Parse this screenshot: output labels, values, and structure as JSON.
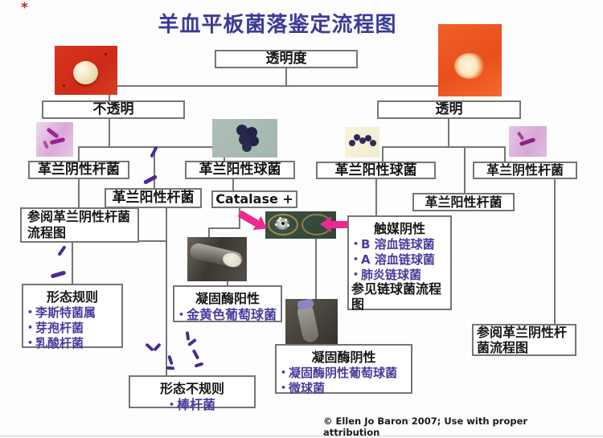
{
  "title": "羊血平板菌落鉴定流程图",
  "corner_mark": "*",
  "colors": {
    "title": "#3b3b97",
    "purple": "#483d9d",
    "line": "#757575",
    "text": "#161616",
    "arrow": "#ec2a8d",
    "boxborder": "#757575"
  },
  "nodes": {
    "transparency": {
      "label": "透明度"
    },
    "opaque": {
      "label": "不透明"
    },
    "transparent": {
      "label": "透明"
    },
    "gram_neg_rod_left": {
      "label": "革兰阴性杆菌"
    },
    "gram_pos_rod_left": {
      "label": "革兰阳性杆菌"
    },
    "gram_pos_cocci_center": {
      "label": "革兰阳性球菌"
    },
    "catalase_positive": {
      "label": "Catalase +"
    },
    "gram_pos_cocci_right": {
      "label": "革兰阳性球菌"
    },
    "gram_neg_rod_right": {
      "label": "革兰阴性杆菌"
    },
    "gram_pos_rod_right": {
      "label": "革兰阳性杆菌"
    },
    "see_gram_neg_left": {
      "lines": [
        "参阅革兰阴性杆菌",
        "流程图"
      ]
    },
    "catalase_negative": {
      "title": "触媒阴性",
      "items": [
        "B 溶血链球菌",
        "A 溶血链球菌",
        "肺炎链球菌"
      ],
      "footer": "参见链球菌流程图"
    },
    "morphology_regular": {
      "title": "形态规则",
      "items": [
        "李斯特菌属",
        "芽孢杆菌",
        "乳酸杆菌"
      ]
    },
    "coagulase_positive": {
      "title": "凝固酶阳性",
      "items": [
        "金黄色葡萄球菌"
      ]
    },
    "coagulase_negative": {
      "title": "凝固酶阴性",
      "items": [
        "凝固酶阴性葡萄球菌",
        "微球菌"
      ]
    },
    "morphology_irregular": {
      "title": "形态不规则",
      "items": [
        "棒杆菌"
      ]
    },
    "see_gram_neg_right": {
      "label": "参阅革兰阴性杆菌流程图"
    }
  },
  "images": {
    "opaque_colony_plate": "red-blood-agar-opaque-colony",
    "transparent_colony_plate": "orange-blood-agar-transparent-colony",
    "gram_stain_rods_left": "pink-gram-stain-rods",
    "gram_pos_cocci_cluster": "purple-cocci-cluster",
    "gram_pos_cocci_chain": "purple-cocci-chain",
    "gram_stain_rods_right": "pink-gram-stain-rod",
    "catalase_test_plate": "catalase-test-colonies",
    "coagulase_tube_positive": "coagulase-tube-clot",
    "coagulase_tube_negative": "coagulase-tube-liquid"
  },
  "footer": {
    "copyright": "© Ellen Jo Baron 2007; Use with proper attribution"
  }
}
